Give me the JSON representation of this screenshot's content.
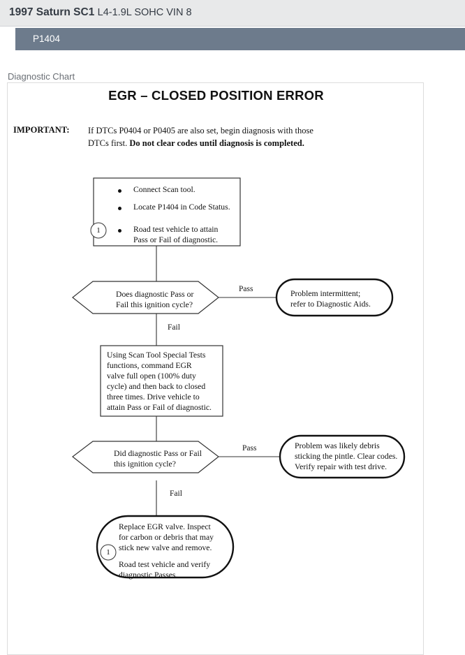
{
  "header": {
    "vehicle_year_make_model": "1997 Saturn SC1",
    "engine": "L4-1.9L SOHC VIN 8",
    "dtc_code": "P1404",
    "code_bar_color": "#6d7b8c",
    "header_bg_color": "#e8e9ea"
  },
  "section": {
    "caption": "Diagnostic Chart"
  },
  "chart": {
    "title": "EGR – CLOSED POSITION ERROR",
    "important_label": "IMPORTANT:",
    "important_text_line1": "If DTCs P0404 or P0405 are also set, begin diagnosis with those",
    "important_text_line2_plain": "DTCs first. ",
    "important_text_line2_bold": "Do not clear codes until diagnosis is completed."
  },
  "flow": {
    "nodes": [
      {
        "id": "step1",
        "type": "process",
        "step_number": "1",
        "bullets": [
          "Connect Scan tool.",
          "Locate P1404 in Code Status.",
          "Road test vehicle to attain\nPass or Fail of diagnostic."
        ]
      },
      {
        "id": "decision1",
        "type": "decision",
        "line1": "Does diagnostic Pass or",
        "line2": "Fail this ignition cycle?"
      },
      {
        "id": "outcome1",
        "type": "terminator",
        "line1": "Problem intermittent;",
        "line2": "refer  to Diagnostic Aids."
      },
      {
        "id": "step2",
        "type": "process",
        "line1": "Using Scan Tool Special Tests",
        "line2": "functions, command EGR",
        "line3": "valve full open (100% duty",
        "line4": "cycle) and then back to closed",
        "line5": "three times. Drive vehicle to",
        "line6": "attain Pass or Fail of diagnostic."
      },
      {
        "id": "decision2",
        "type": "decision",
        "line1": "Did diagnostic Pass or Fail",
        "line2": "this ignition cycle?"
      },
      {
        "id": "outcome2",
        "type": "terminator",
        "line1": "Problem was likely debris",
        "line2": "sticking the pintle. Clear codes.",
        "line3": "Verify repair with test drive."
      },
      {
        "id": "final",
        "type": "terminator",
        "step_number": "1",
        "line1": "Replace EGR valve. Inspect",
        "line2": "for carbon or debris that may",
        "line3": "stick new valve and remove.",
        "line4": "Road test vehicle and verify",
        "line5": "diagnostic Passes."
      }
    ],
    "edge_labels": {
      "pass_1": "Pass",
      "fail_1": "Fail",
      "pass_2": "Pass",
      "fail_2": "Fail"
    }
  }
}
